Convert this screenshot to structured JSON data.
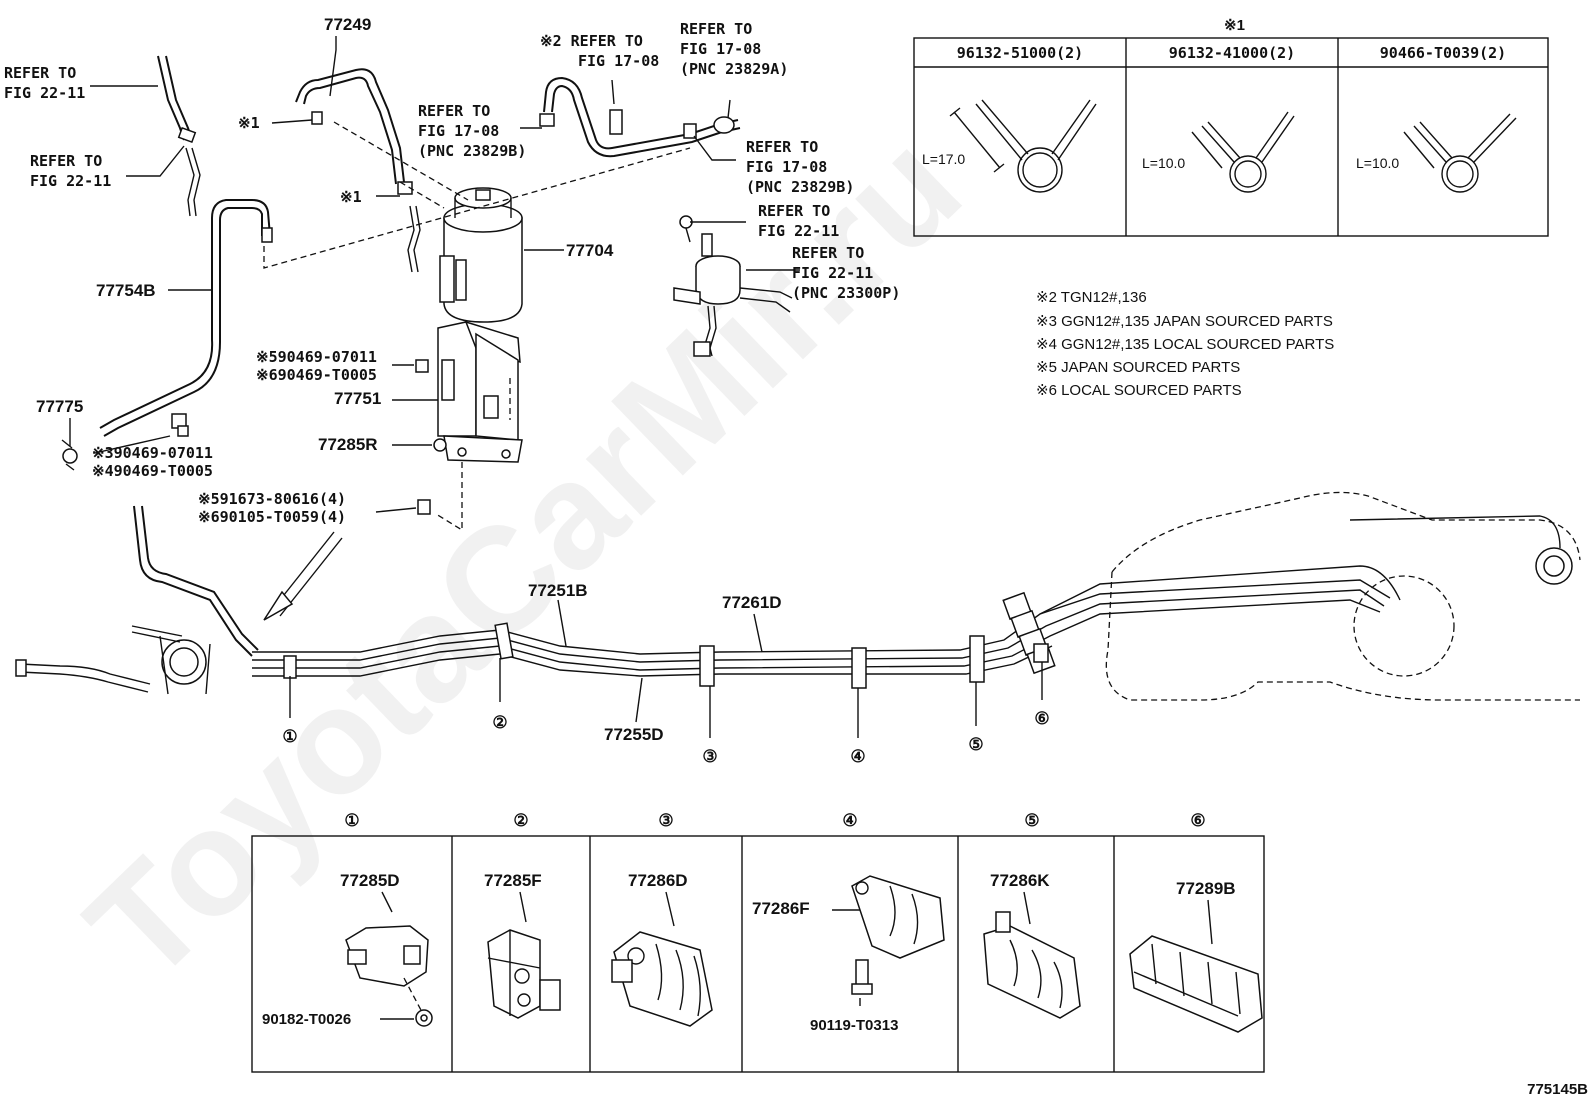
{
  "labels": {
    "p77249": "77249",
    "p77704": "77704",
    "p77754B": "77754B",
    "p77775": "77775",
    "p77751": "77751",
    "p77285R": "77285R",
    "p77251B": "77251B",
    "p77261D": "77261D",
    "p77255D": "77255D",
    "ref_22_11_a1": "REFER TO",
    "ref_22_11_a2": "FIG 22-11",
    "ref_22_11_b1": "REFER TO",
    "ref_22_11_b2": "FIG 22-11",
    "ref_17_08_a1": "※2 REFER TO",
    "ref_17_08_a2": "FIG 17-08",
    "ref_17_08_b1": "REFER TO",
    "ref_17_08_b2": "FIG 17-08",
    "ref_17_08_b3": "(PNC 23829A)",
    "ref_17_08_c1": "REFER TO",
    "ref_17_08_c2": "FIG 17-08",
    "ref_17_08_c3": "(PNC 23829B)",
    "ref_17_08_d1": "REFER TO",
    "ref_17_08_d2": "FIG 17-08",
    "ref_17_08_d3": "(PNC 23829B)",
    "ref_22_11_c1": "REFER TO",
    "ref_22_11_c2": "FIG 22-11",
    "ref_22_11_d1": "REFER TO",
    "ref_22_11_d2": "FIG 22-11",
    "ref_22_11_d3": "(PNC 23300P)",
    "mark1_a": "※1",
    "mark1_b": "※1",
    "bolt_5": "※590469-07011",
    "bolt_6": "※690469-T0005",
    "clip_3": "※390469-07011",
    "clip_4": "※490469-T0005",
    "screw_5": "※591673-80616(4)",
    "screw_6": "※690105-T0059(4)",
    "doc_id": "775145B"
  },
  "clamp_table": {
    "mark": "※1",
    "headers": [
      "96132-51000(2)",
      "96132-41000(2)",
      "90466-T0039(2)"
    ],
    "lengths": [
      "L=17.0",
      "L=10.0",
      "L=10.0"
    ]
  },
  "notes": [
    "※2 TGN12#,136",
    "※3 GGN12#,135 JAPAN SOURCED PARTS",
    "※4 GGN12#,135 LOCAL SOURCED PARTS",
    "※5 JAPAN SOURCED PARTS",
    "※6 LOCAL SOURCED PARTS"
  ],
  "callouts": [
    "①",
    "②",
    "③",
    "④",
    "⑤",
    "⑥"
  ],
  "detail_boxes": [
    {
      "num": "①",
      "part": "77285D",
      "sub": "90182-T0026"
    },
    {
      "num": "②",
      "part": "77285F",
      "sub": ""
    },
    {
      "num": "③",
      "part": "77286D",
      "sub": ""
    },
    {
      "num": "④",
      "part": "77286F",
      "sub": "90119-T0313"
    },
    {
      "num": "⑤",
      "part": "77286K",
      "sub": ""
    },
    {
      "num": "⑥",
      "part": "77289B",
      "sub": ""
    }
  ],
  "watermark": "ToyotaCarMir.ru"
}
